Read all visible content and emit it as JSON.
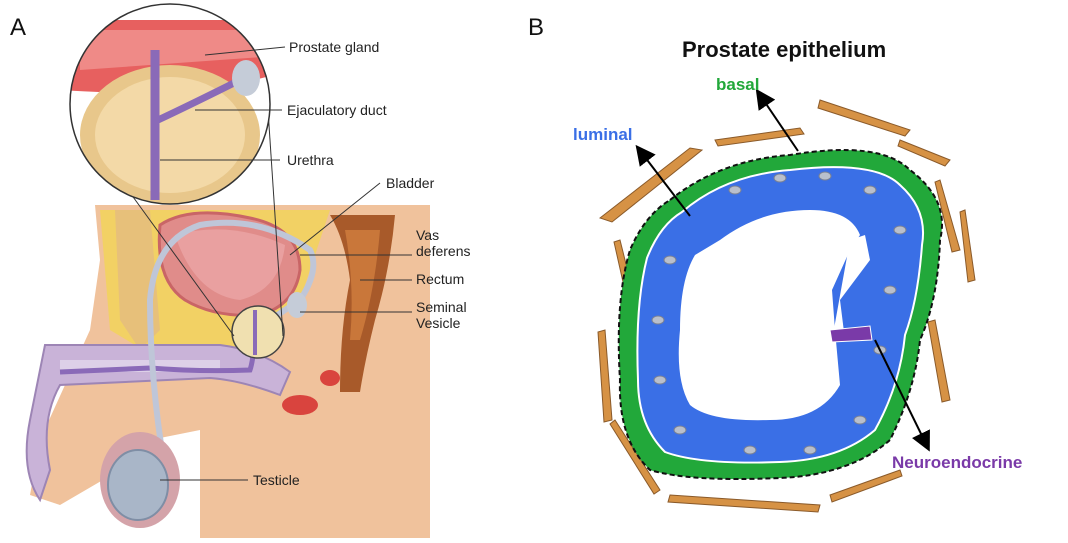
{
  "panel_a": {
    "letter": "A",
    "labels": {
      "prostate_gland": "Prostate gland",
      "ejaculatory_duct": "Ejaculatory duct",
      "urethra": "Urethra",
      "bladder": "Bladder",
      "vas_deferens_1": "Vas",
      "vas_deferens_2": "deferens",
      "rectum": "Rectum",
      "seminal_vesicle_1": "Seminal",
      "seminal_vesicle_2": "Vesicle",
      "testicle": "Testicle"
    }
  },
  "panel_b": {
    "letter": "B",
    "title": "Prostate epithelium",
    "labels": {
      "basal": "basal",
      "luminal": "luminal",
      "neuroendocrine": "Neuroendocrine"
    },
    "colors": {
      "basal": "#22a83a",
      "luminal": "#3a6fe6",
      "neuroendocrine": "#7a3aa8",
      "stroma": "#d69245"
    }
  }
}
